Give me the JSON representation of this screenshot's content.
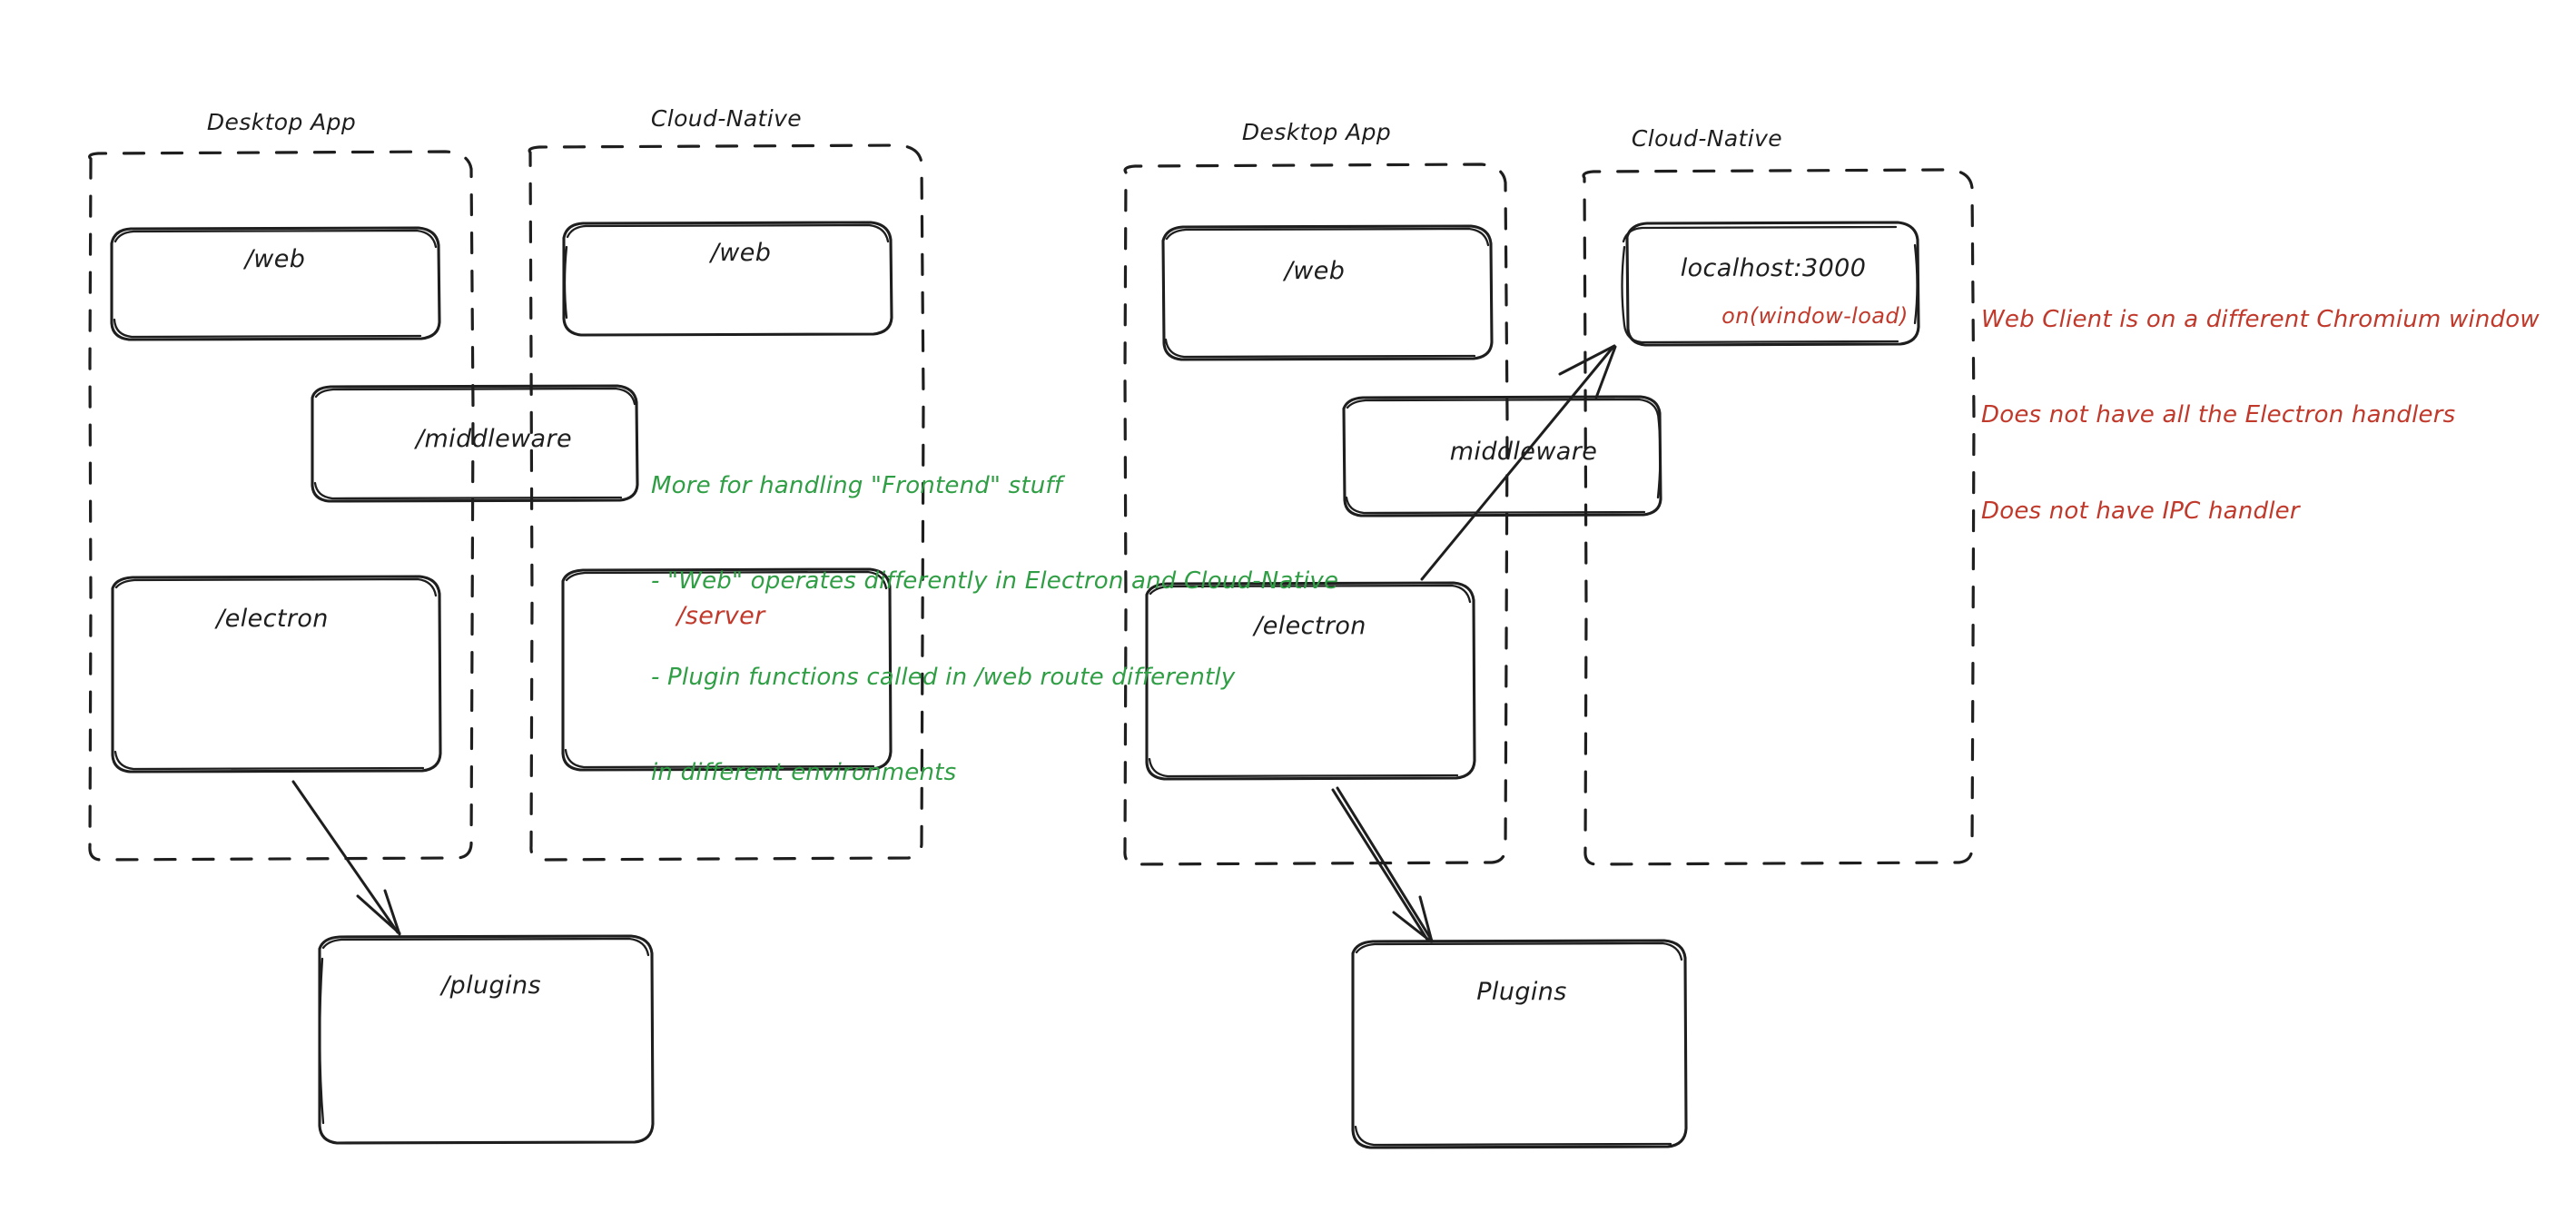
{
  "diagram": {
    "title": "Desktop App vs Cloud-Native architecture sketch",
    "style": "hand-drawn whiteboard sketch",
    "background_color": "#ffffff",
    "stroke_color": "#1e1e1e",
    "accent_colors": {
      "green_note": "#2f9e44",
      "red_note": "#c0392b"
    }
  },
  "left_diagram": {
    "groups": [
      {
        "id": "left-desktop-app",
        "label": "Desktop App"
      },
      {
        "id": "left-cloud-native",
        "label": "Cloud-Native"
      }
    ],
    "nodes": [
      {
        "id": "left-desktop-web",
        "label": "/web",
        "color": "#1e1e1e"
      },
      {
        "id": "left-cloud-web",
        "label": "/web",
        "color": "#1e1e1e"
      },
      {
        "id": "left-middleware",
        "label": "/middleware",
        "color": "#1e1e1e"
      },
      {
        "id": "left-electron",
        "label": "/electron",
        "color": "#1e1e1e"
      },
      {
        "id": "left-server",
        "label": "/server",
        "color": "#c0392b"
      },
      {
        "id": "left-plugins",
        "label": "/plugins",
        "color": "#1e1e1e"
      }
    ],
    "edges": [
      {
        "id": "left-electron-to-plugins",
        "from": "left-electron",
        "to": "left-plugins",
        "arrow": "single"
      }
    ],
    "note": {
      "id": "green-note",
      "color": "#2f9e44",
      "lines": [
        "More for handling \"Frontend\" stuff",
        "- \"Web\" operates differently in Electron and Cloud-Native",
        "- Plugin functions called in /web route differently",
        "in different environments"
      ]
    }
  },
  "right_diagram": {
    "groups": [
      {
        "id": "right-desktop-app",
        "label": "Desktop App"
      },
      {
        "id": "right-cloud-native",
        "label": "Cloud-Native"
      }
    ],
    "nodes": [
      {
        "id": "right-desktop-web",
        "label": "/web",
        "color": "#1e1e1e"
      },
      {
        "id": "right-localhost",
        "label": "localhost:3000",
        "color": "#1e1e1e",
        "sub_label": "on(window-load)",
        "sub_label_color": "#c0392b"
      },
      {
        "id": "right-middleware",
        "label": "middleware",
        "color": "#1e1e1e"
      },
      {
        "id": "right-electron",
        "label": "/electron",
        "color": "#1e1e1e"
      },
      {
        "id": "right-plugins",
        "label": "Plugins",
        "color": "#1e1e1e"
      }
    ],
    "edges": [
      {
        "id": "right-electron-to-localhost",
        "from": "right-electron",
        "to": "right-localhost",
        "arrow": "single"
      },
      {
        "id": "right-electron-to-plugins",
        "from": "right-electron",
        "to": "right-plugins",
        "arrow": "double"
      }
    ],
    "note": {
      "id": "red-note",
      "color": "#c0392b",
      "lines": [
        "Web Client is on a different Chromium window",
        "Does not have all the Electron handlers",
        "Does not have IPC handler"
      ]
    }
  }
}
